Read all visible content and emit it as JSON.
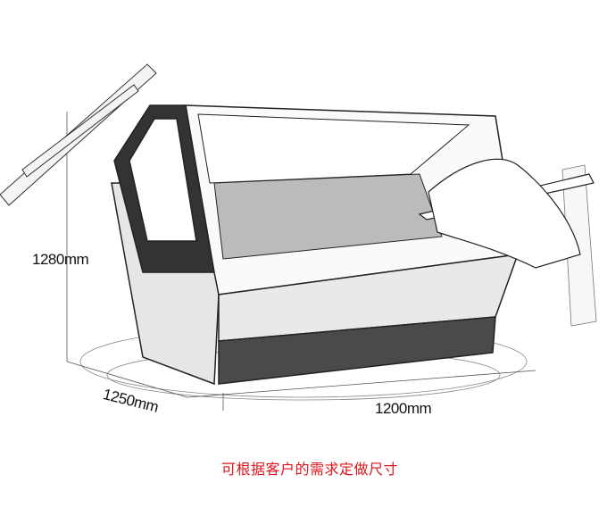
{
  "dimensions": {
    "height": "1280mm",
    "depth": "1250mm",
    "width": "1200mm"
  },
  "caption": "可根据客户的需求定做尺寸",
  "colors": {
    "caption": "#e0141c",
    "sketch": "#222222"
  }
}
